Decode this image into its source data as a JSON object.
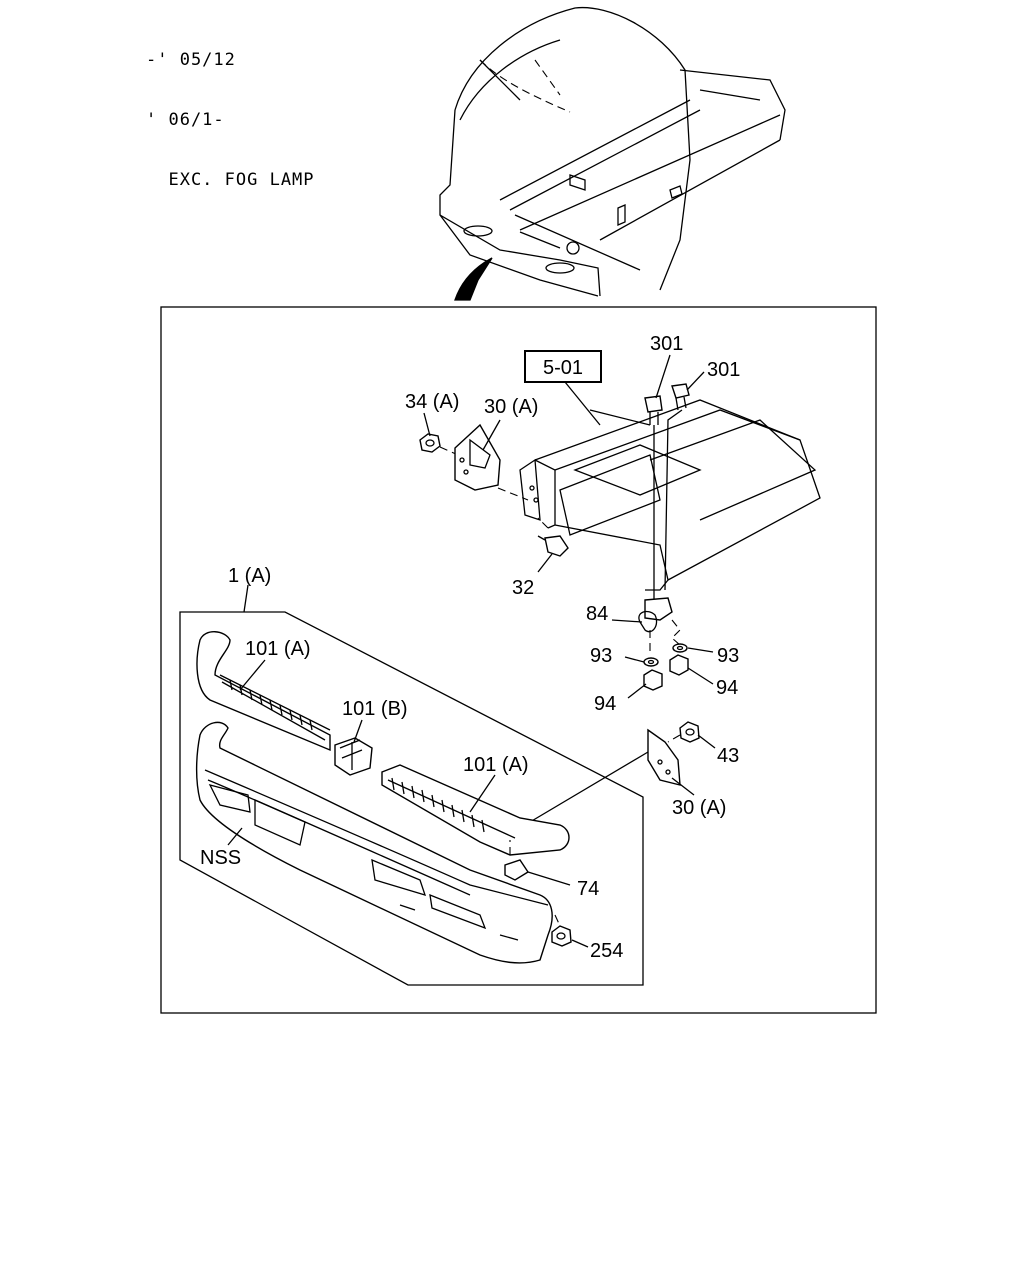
{
  "header_note": [
    "-' 05/12",
    "' 06/1-",
    "  EXC. FOG LAMP"
  ],
  "ref_box": "5-01",
  "callouts": {
    "c301a": "301",
    "c301b": "301",
    "c34a": "34 (A)",
    "c30a_top": "30 (A)",
    "c32": "32",
    "c1a": "1 (A)",
    "c101a_left": "101 (A)",
    "c101b": "101 (B)",
    "c101a_right": "101 (A)",
    "c84": "84",
    "c93_left": "93",
    "c93_right": "93",
    "c94_left": "94",
    "c94_right": "94",
    "c43": "43",
    "c30a_bottom": "30 (A)",
    "cnss": "NSS",
    "c74": "74",
    "c254": "254"
  }
}
